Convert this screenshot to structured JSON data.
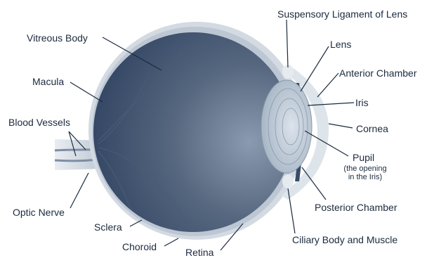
{
  "labels": {
    "vitreous_body": "Vitreous Body",
    "macula": "Macula",
    "blood_vessels": "Blood Vessels",
    "optic_nerve": "Optic Nerve",
    "sclera": "Sclera",
    "choroid": "Choroid",
    "retina": "Retina",
    "suspensory_ligament": "Suspensory Ligament of Lens",
    "lens": "Lens",
    "anterior_chamber": "Anterior Chamber",
    "iris": "Iris",
    "cornea": "Cornea",
    "pupil": "Pupil",
    "pupil_note_line1": "(the opening",
    "pupil_note_line2": "in the Iris)",
    "posterior_chamber": "Posterior Chamber",
    "ciliary_body": "Ciliary Body and Muscle"
  },
  "colors": {
    "label_text": "#1b2a3d",
    "leader_line": "#1b2a3d",
    "sclera": "#d3dae2",
    "eyeball_dark": "#2f4260",
    "eyeball_light": "#8a9bb0",
    "lens": "#c9d3de"
  }
}
